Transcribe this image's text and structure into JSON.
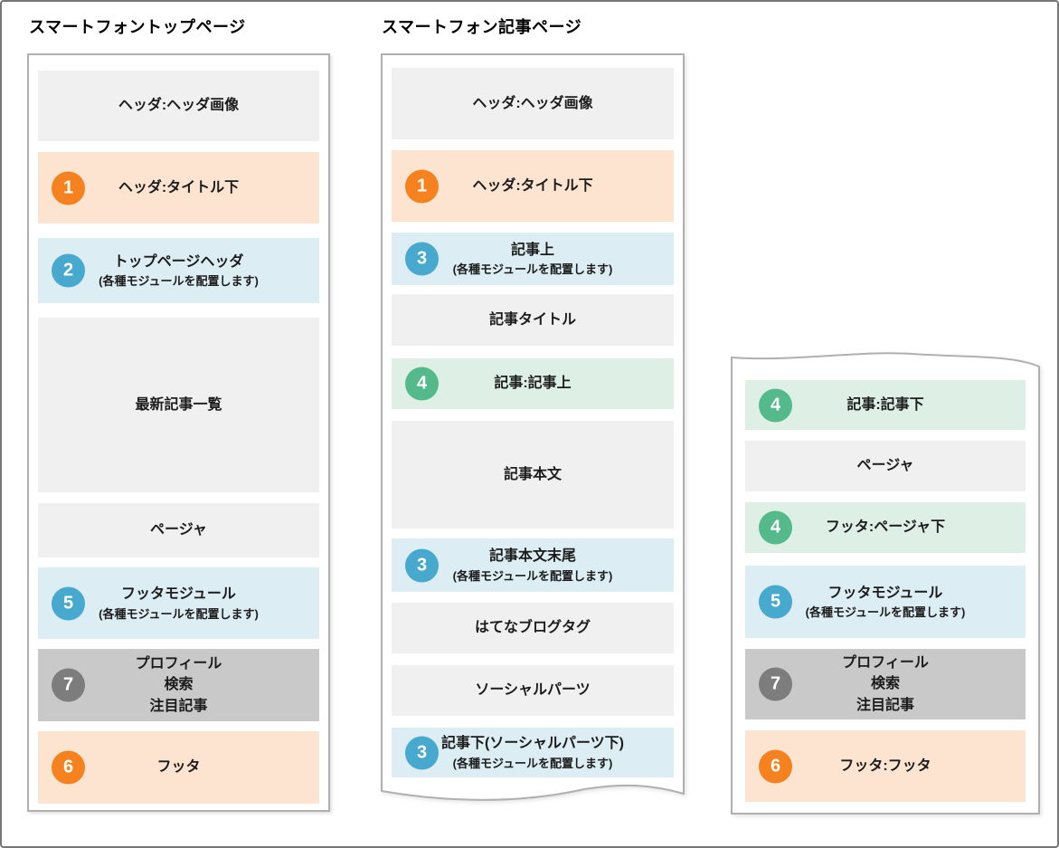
{
  "titles": {
    "top_page": "スマートフォントップページ",
    "article_page": "スマートフォン記事ページ"
  },
  "colors": {
    "zone_gray": "#f0f0f0",
    "zone_orange": "#fce4d1",
    "zone_blue": "#dcedf4",
    "zone_green": "#def0e5",
    "zone_darkgray": "#c9c9c9",
    "badge_orange": "#f5821f",
    "badge_blue": "#47a9cd",
    "badge_green": "#54b98b",
    "badge_gray": "#7d7d7d",
    "panel_border": "#b0b0b0"
  },
  "panels": {
    "top_page": {
      "blocks": [
        {
          "label": "ヘッダ:ヘッダ画像"
        },
        {
          "num": "1",
          "label": "ヘッダ:タイトル下"
        },
        {
          "num": "2",
          "label": "トップページヘッダ",
          "caption": "(各種モジュールを配置します)"
        },
        {
          "label": "最新記事一覧"
        },
        {
          "label": "ページャ"
        },
        {
          "num": "5",
          "label": "フッタモジュール",
          "caption": "(各種モジュールを配置します)"
        },
        {
          "num": "7",
          "lines": [
            "プロフィール",
            "検索",
            "注目記事"
          ]
        },
        {
          "num": "6",
          "label": "フッタ"
        }
      ]
    },
    "article_page": {
      "blocks": [
        {
          "label": "ヘッダ:ヘッダ画像"
        },
        {
          "num": "1",
          "label": "ヘッダ:タイトル下"
        },
        {
          "num": "3",
          "label": "記事上",
          "caption": "(各種モジュールを配置します)"
        },
        {
          "label": "記事タイトル"
        },
        {
          "num": "4",
          "label": "記事:記事上"
        },
        {
          "label": "記事本文"
        },
        {
          "num": "3",
          "label": "記事本文末尾",
          "caption": "(各種モジュールを配置します)"
        },
        {
          "label": "はてなブログタグ"
        },
        {
          "label": "ソーシャルパーツ"
        },
        {
          "num": "3",
          "label": "記事下(ソーシャルパーツ下)",
          "caption": "(各種モジュールを配置します)"
        }
      ]
    },
    "article_page_cont": {
      "blocks": [
        {
          "num": "4",
          "label": "記事:記事下"
        },
        {
          "label": "ページャ"
        },
        {
          "num": "4",
          "label": "フッタ:ページャ下"
        },
        {
          "num": "5",
          "label": "フッタモジュール",
          "caption": "(各種モジュールを配置します)"
        },
        {
          "num": "7",
          "lines": [
            "プロフィール",
            "検索",
            "注目記事"
          ]
        },
        {
          "num": "6",
          "label": "フッタ:フッタ"
        }
      ]
    }
  }
}
